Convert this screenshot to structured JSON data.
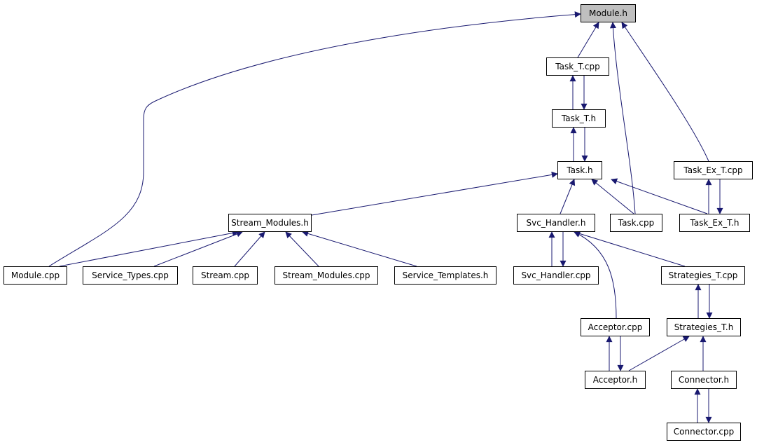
{
  "diagram": {
    "type": "include-dependency-graph",
    "edge_color": "#191970",
    "focus_fill": "#bfbfbf",
    "nodes": {
      "module_h": "Module.h",
      "task_t_cpp": "Task_T.cpp",
      "task_t_h": "Task_T.h",
      "task_h": "Task.h",
      "task_ex_t_cpp": "Task_Ex_T.cpp",
      "stream_modules_h": "Stream_Modules.h",
      "svc_handler_h": "Svc_Handler.h",
      "task_cpp": "Task.cpp",
      "task_ex_t_h": "Task_Ex_T.h",
      "module_cpp": "Module.cpp",
      "service_types_cpp": "Service_Types.cpp",
      "stream_cpp": "Stream.cpp",
      "stream_modules_cpp": "Stream_Modules.cpp",
      "service_templates_h": "Service_Templates.h",
      "svc_handler_cpp": "Svc_Handler.cpp",
      "strategies_t_cpp": "Strategies_T.cpp",
      "acceptor_cpp": "Acceptor.cpp",
      "strategies_t_h": "Strategies_T.h",
      "acceptor_h": "Acceptor.h",
      "connector_h": "Connector.h",
      "connector_cpp": "Connector.cpp"
    },
    "edges": [
      {
        "from": "task_t_cpp",
        "to": "module_h"
      },
      {
        "from": "task_cpp",
        "to": "module_h"
      },
      {
        "from": "task_ex_t_cpp",
        "to": "module_h"
      },
      {
        "from": "module_cpp",
        "to": "module_h"
      },
      {
        "from": "task_t_h",
        "to": "task_t_cpp"
      },
      {
        "from": "task_t_cpp",
        "to": "task_t_h"
      },
      {
        "from": "task_h",
        "to": "task_t_h"
      },
      {
        "from": "task_t_h",
        "to": "task_h"
      },
      {
        "from": "stream_modules_h",
        "to": "task_h"
      },
      {
        "from": "svc_handler_h",
        "to": "task_h"
      },
      {
        "from": "task_cpp",
        "to": "task_h"
      },
      {
        "from": "task_ex_t_h",
        "to": "task_h"
      },
      {
        "from": "task_ex_t_h",
        "to": "task_ex_t_cpp"
      },
      {
        "from": "task_ex_t_cpp",
        "to": "task_ex_t_h"
      },
      {
        "from": "module_cpp",
        "to": "stream_modules_h"
      },
      {
        "from": "service_types_cpp",
        "to": "stream_modules_h"
      },
      {
        "from": "stream_cpp",
        "to": "stream_modules_h"
      },
      {
        "from": "stream_modules_cpp",
        "to": "stream_modules_h"
      },
      {
        "from": "service_templates_h",
        "to": "stream_modules_h"
      },
      {
        "from": "svc_handler_cpp",
        "to": "svc_handler_h"
      },
      {
        "from": "svc_handler_h",
        "to": "svc_handler_cpp"
      },
      {
        "from": "acceptor_cpp",
        "to": "svc_handler_h"
      },
      {
        "from": "strategies_t_cpp",
        "to": "svc_handler_h"
      },
      {
        "from": "strategies_t_h",
        "to": "strategies_t_cpp"
      },
      {
        "from": "strategies_t_cpp",
        "to": "strategies_t_h"
      },
      {
        "from": "acceptor_h",
        "to": "acceptor_cpp"
      },
      {
        "from": "acceptor_cpp",
        "to": "acceptor_h"
      },
      {
        "from": "acceptor_h",
        "to": "strategies_t_h"
      },
      {
        "from": "connector_h",
        "to": "strategies_t_h"
      },
      {
        "from": "connector_cpp",
        "to": "connector_h"
      },
      {
        "from": "connector_h",
        "to": "connector_cpp"
      }
    ]
  }
}
